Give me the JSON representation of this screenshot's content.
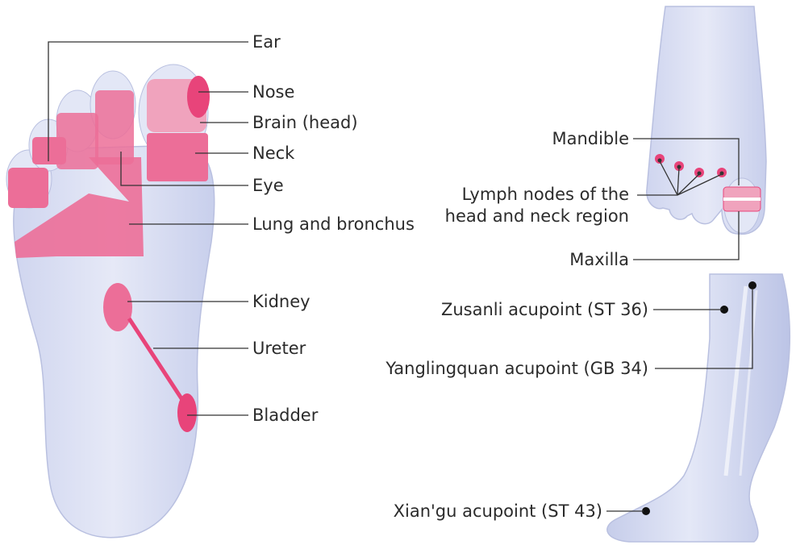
{
  "colors": {
    "accent_pink": "#e8447a",
    "zone_pink": "#ec6e98",
    "zone_pink_light": "#f0a3bd",
    "skin": "#dde2f4",
    "skin_shade": "#c3c9e6",
    "leader_line": "#333333",
    "text": "#2b2b2b"
  },
  "sole": {
    "labels": {
      "ear": "Ear",
      "nose": "Nose",
      "brain": "Brain (head)",
      "neck": "Neck",
      "eye": "Eye",
      "lung": "Lung and bronchus",
      "kidney": "Kidney",
      "ureter": "Ureter",
      "bladder": "Bladder"
    }
  },
  "top_foot": {
    "labels": {
      "mandible": "Mandible",
      "lymph_line1": "Lymph nodes of the",
      "lymph_line2": "head and neck region",
      "maxilla": "Maxilla"
    }
  },
  "leg": {
    "labels": {
      "zusanli": "Zusanli acupoint (ST 36)",
      "yanglingquan": "Yanglingquan  acupoint (GB 34)",
      "xiangu": "Xian'gu  acupoint (ST 43)"
    }
  }
}
